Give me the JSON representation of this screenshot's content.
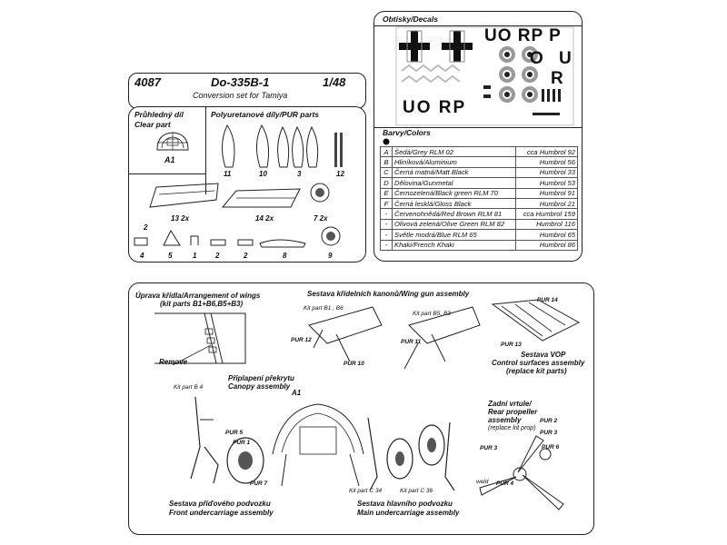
{
  "header": {
    "kit_number": "4087",
    "model": "Do-335B-1",
    "scale": "1/48",
    "subtitle": "Conversion set for Tamiya"
  },
  "parts": {
    "clear_title_cz": "Průhledný díl",
    "clear_title_en": "Clear part",
    "clear_part_label": "A1",
    "pur_title": "Polyuretanové díly/PUR parts",
    "labels": [
      "11",
      "10",
      "3",
      "12",
      "13 2x",
      "14 2x",
      "7 2x",
      "2",
      "4",
      "5",
      "1",
      "2",
      "2",
      "8",
      "9"
    ]
  },
  "decals": {
    "title": "Obtisky/Decals",
    "codes_top": "UO RP P",
    "codes_mid": "O U",
    "codes_r": "R",
    "codes_bottom": "UO RP"
  },
  "colors": {
    "title": "Barvy/Colors",
    "rows": [
      {
        "key": "A",
        "name": "Šedá/Grey  RLM 02",
        "code": "cca Humbrol 92"
      },
      {
        "key": "B",
        "name": "Hliníková/Aluminium",
        "code": "Humbrol 56"
      },
      {
        "key": "C",
        "name": "Černá matná/Matt Black",
        "code": "Humbrol 33"
      },
      {
        "key": "D",
        "name": "Dělovina/Gunmetal",
        "code": "Humbrol 53"
      },
      {
        "key": "E",
        "name": "Černozelená/Black green  RLM 70",
        "code": "Humbrol 91"
      },
      {
        "key": "F",
        "name": "Černá lesklá/Gloss Black",
        "code": "Humbrol 21"
      },
      {
        "key": "-",
        "name": "Červenohnědá/Red Brown  RLM 81",
        "code": "cca Humbrol 159"
      },
      {
        "key": "-",
        "name": "Olivová zelená/Olive Green  RLM 82",
        "code": "Humbrol 116"
      },
      {
        "key": "-",
        "name": "Světle modrá/Blue  RLM 65",
        "code": "Humbrol 65"
      },
      {
        "key": "-",
        "name": "Khaki/French Khaki",
        "code": "Humbrol 86"
      }
    ]
  },
  "assembly": {
    "wing_title_cz": "Úprava křídla/Arrangement of wings",
    "wing_title_en": "(kit parts B1+B6,B5+B3)",
    "remove": "Remove",
    "gun_title": "Sestava křídelních kanonů/Wing gun assembly",
    "kit_part_b1_b6": "Kit part B1 , B6",
    "kit_part_b5_b3": "Kit part B5, B3",
    "pur12": "PUR 12",
    "pur10": "PUR 10",
    "pur11": "PUR 11",
    "pur14": "PUR 14",
    "pur13": "PUR 13",
    "vop_cz": "Sestava VOP",
    "vop_en": "Control surfaces assembly",
    "vop_note": "(replace kit parts)",
    "canopy_cz": "Připlapení překrytu",
    "canopy_en": "Canopy assembly",
    "a1": "A1",
    "kit_part_b4": "Kit part B 4",
    "pur5": "PUR 5",
    "pur1": "PUR 1",
    "pur7": "PUR 7",
    "front_cz": "Sestava příďového podvozku",
    "front_en": "Front undercarriage assembly",
    "main_cz": "Sestava hlavního podvozku",
    "main_en": "Main undercarriage assembly",
    "kit_c34": "Kit part C 34",
    "kit_c36": "Kit part C 36",
    "rear_prop_cz": "Zadní vrtule/",
    "rear_prop_en1": "Rear propeller",
    "rear_prop_en2": "assembly",
    "rear_prop_note": "(replace kit prop)",
    "pur2": "PUR 2",
    "pur3": "PUR 3",
    "pur4": "PUR 4",
    "pur6": "PUR 6",
    "weld": "weld",
    "pur_b": "PUR 3"
  }
}
